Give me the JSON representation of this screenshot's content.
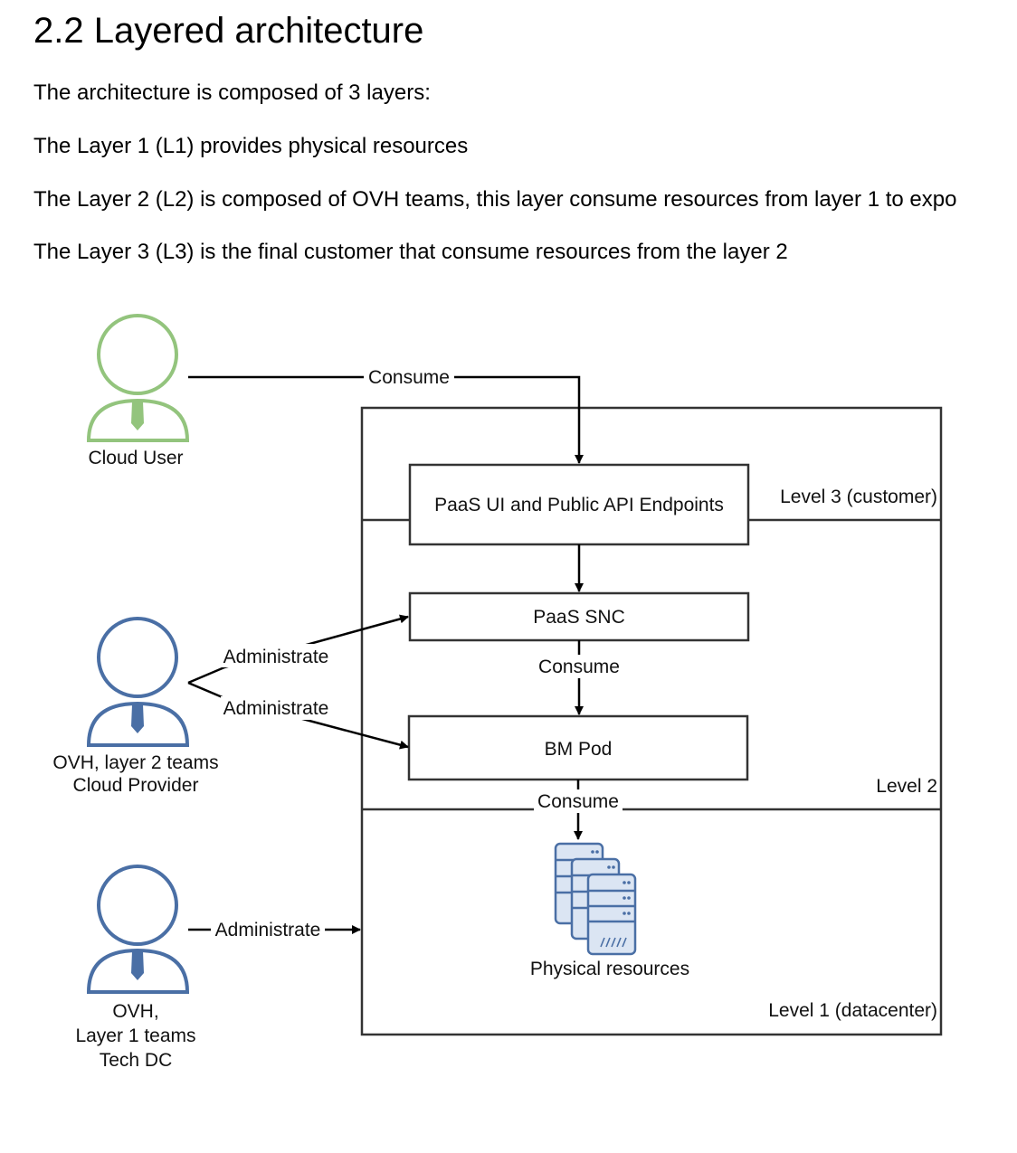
{
  "document": {
    "heading": "2.2 Layered architecture",
    "paragraphs": [
      "The architecture is composed of 3 layers:",
      "The Layer 1 (L1) provides physical resources",
      "The Layer 2 (L2) is composed of OVH teams, this layer consume resources from layer 1 to expo",
      "The Layer 3 (L3) is the final customer that consume resources from the layer 2"
    ]
  },
  "diagram": {
    "actors": {
      "cloud_user": {
        "label": "Cloud User",
        "color": "#93c47d"
      },
      "layer2": {
        "line1": "OVH, layer 2 teams",
        "line2": "Cloud Provider",
        "color": "#4a6fa5"
      },
      "layer1": {
        "line1": "OVH,",
        "line2": "Layer 1 teams",
        "line3": "Tech DC",
        "color": "#4a6fa5"
      }
    },
    "levels": {
      "level3": "Level 3 (customer)",
      "level2": "Level 2",
      "level1": "Level 1 (datacenter)"
    },
    "components": {
      "paas_ui": "PaaS UI and Public API Endpoints",
      "paas_snc": "PaaS SNC",
      "bm_pod": "BM Pod",
      "physical": "Physical resources"
    },
    "edges": {
      "consume_user": "Consume",
      "administrate_snc": "Administrate",
      "administrate_bm": "Administrate",
      "consume_snc_bm": "Consume",
      "consume_bm_phys": "Consume",
      "administrate_dc": "Administrate"
    },
    "server_color": "#4a6fa5"
  }
}
